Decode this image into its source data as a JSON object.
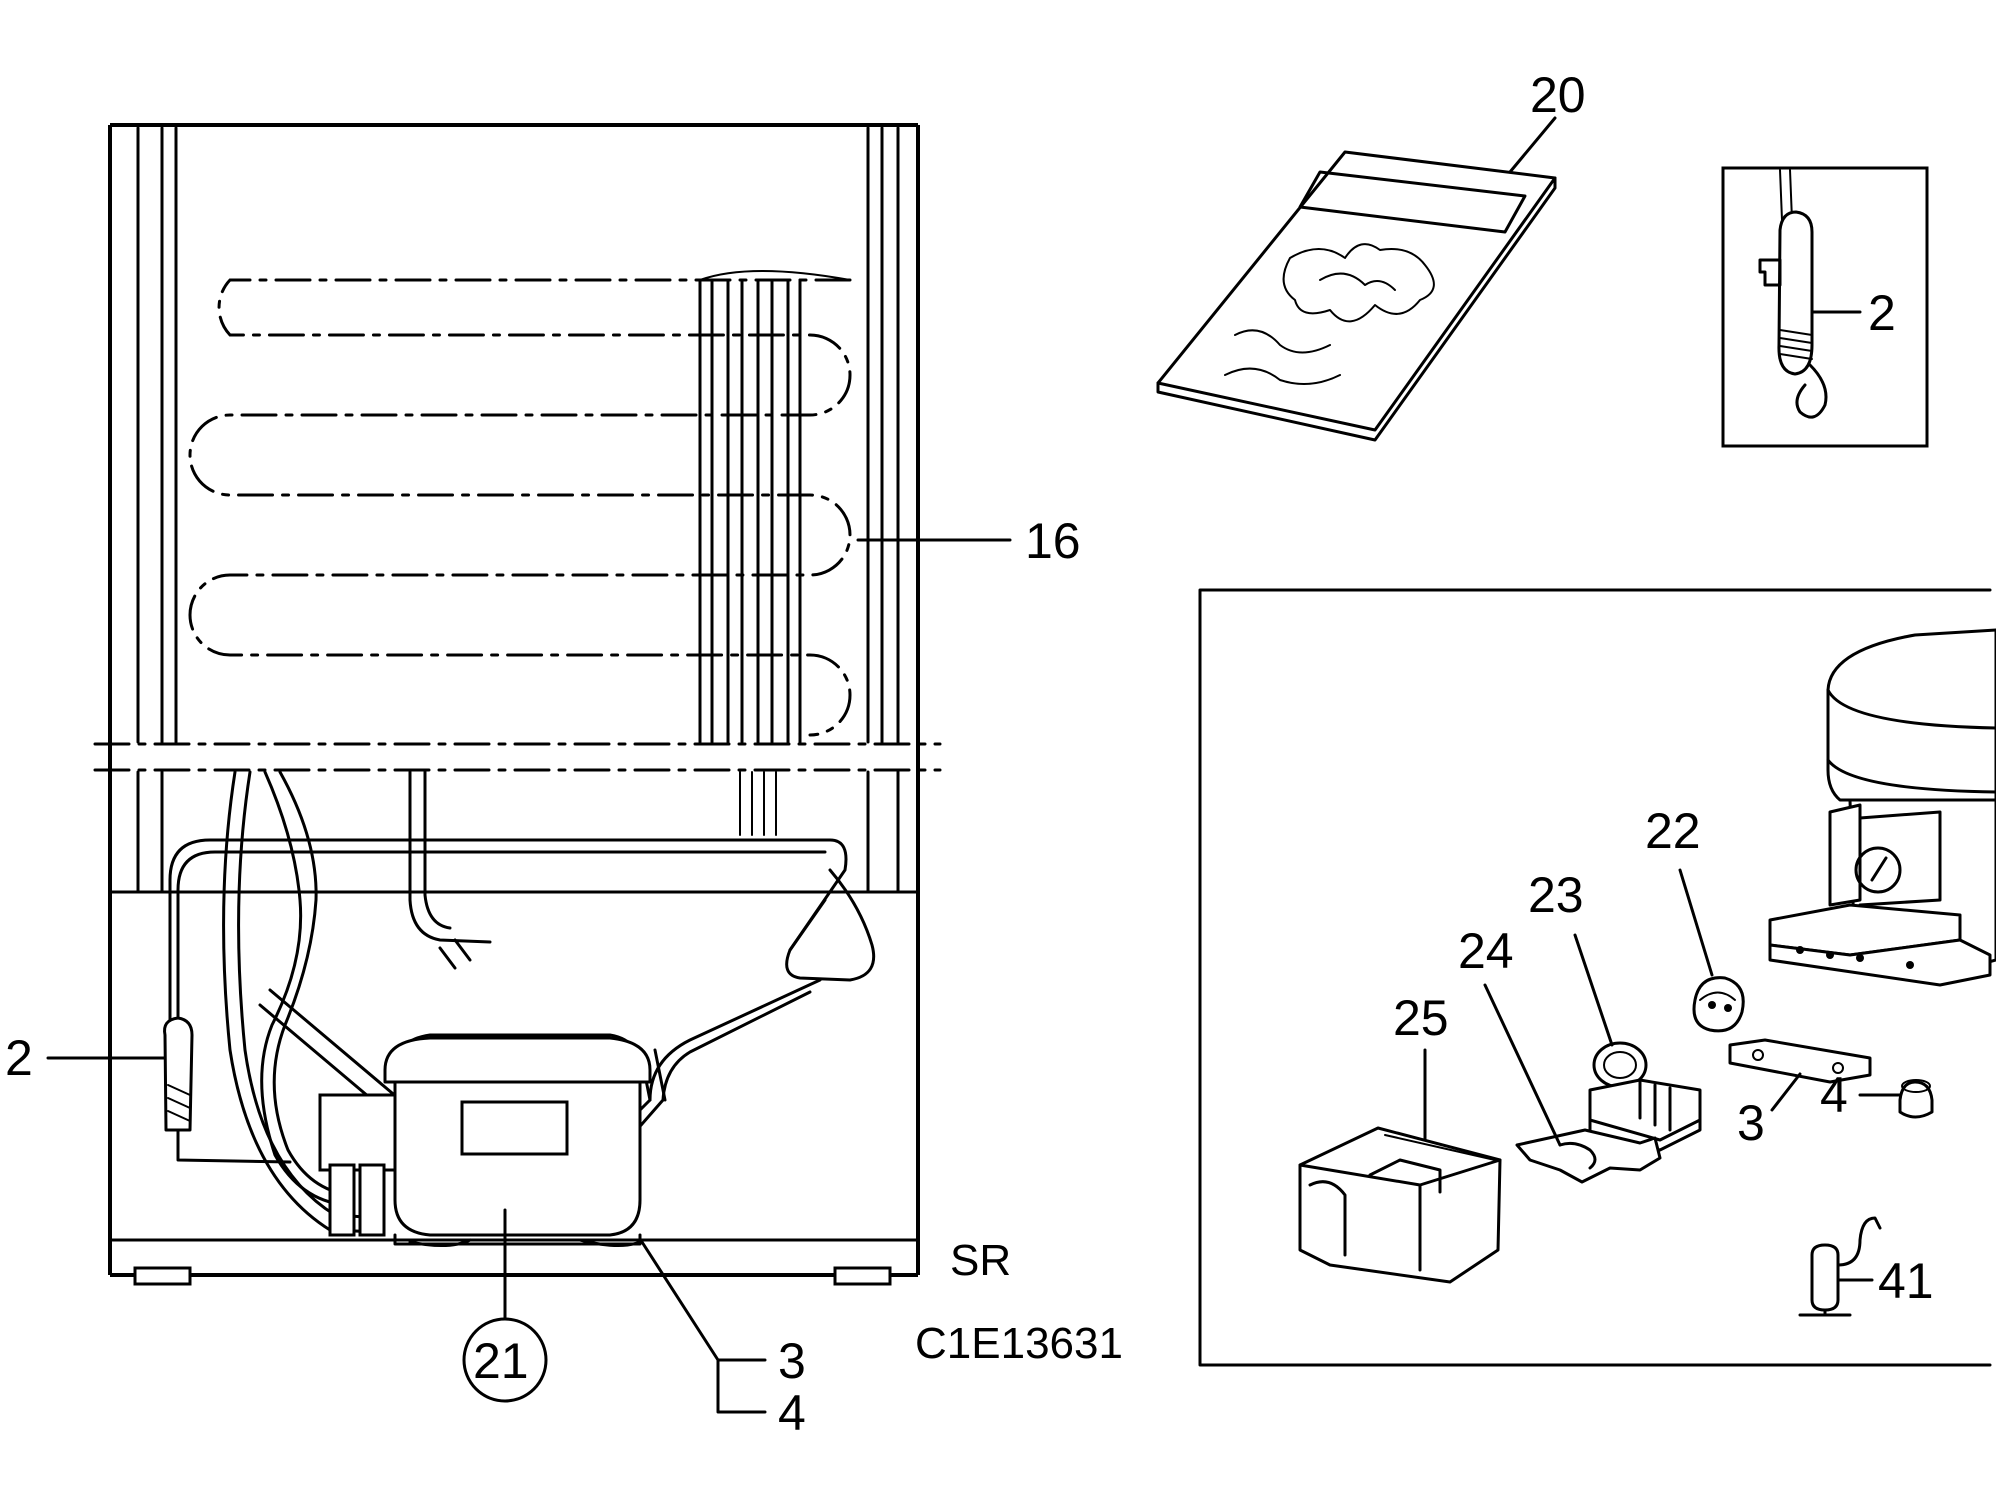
{
  "labels": {
    "l_20": "20",
    "l_2_inset": "2",
    "l_16": "16",
    "l_2_left": "2",
    "l_22": "22",
    "l_23": "23",
    "l_24": "24",
    "l_25": "25",
    "l_3_right": "3",
    "l_4_right": "4",
    "l_41": "41",
    "l_21": "21",
    "l_3_bottom": "3",
    "l_4_bottom": "4"
  },
  "model_code": "SR",
  "drawing_number": "C1E13631"
}
